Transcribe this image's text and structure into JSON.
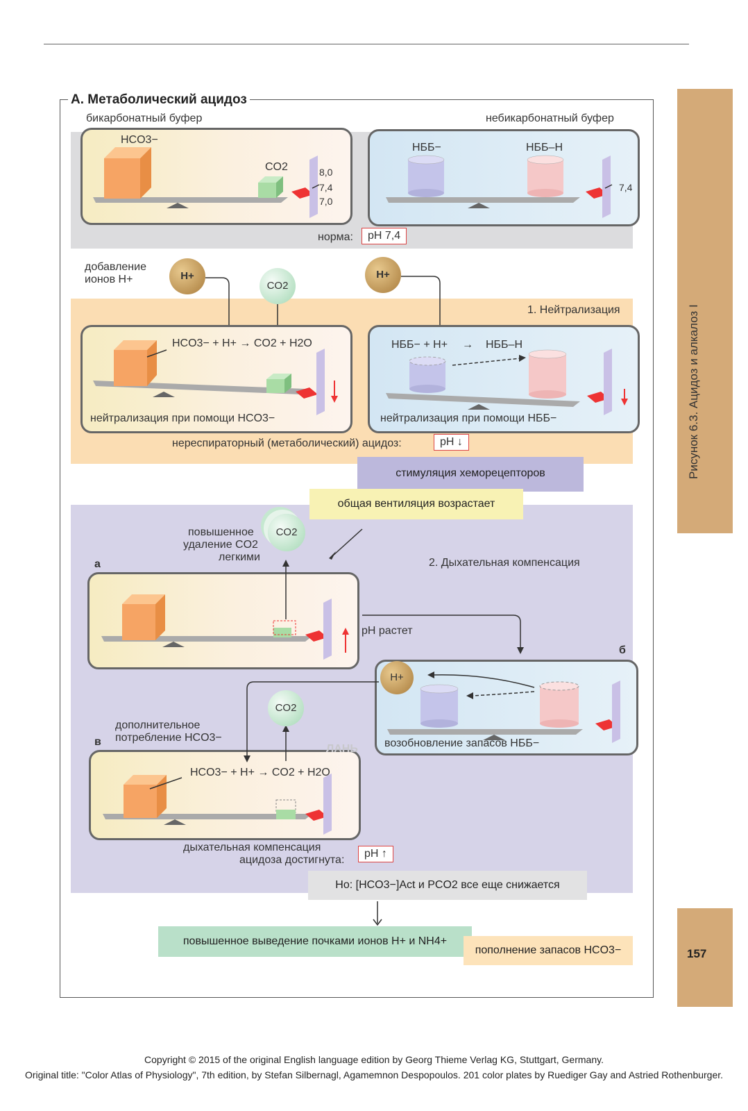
{
  "title": "А. Метаболический ацидоз",
  "top": {
    "bicarb_label": "бикарбонатный буфер",
    "nonbicarb_label": "небикарбонатный буфер",
    "hco3": "HCO3−",
    "co2": "CO2",
    "nbb_minus": "НББ−",
    "nbb_h": "НББ–Н",
    "scale_80": "8,0",
    "scale_74": "7,4",
    "scale_70": "7,0",
    "scale_74_right": "7,4",
    "norm_label": "норма:",
    "norm_value": "pH 7,4"
  },
  "step1": {
    "addition_label_1": "добавление",
    "addition_label_2": "ионов H+",
    "h_ball": "H+",
    "co2_ball": "CO2",
    "header": "1. Нейтрализация",
    "eq_left": "HCO3− + H+ → CO2 + H2O",
    "eq_right_a": "НББ− + H+",
    "eq_right_arrow": "→",
    "eq_right_b": "НББ–Н",
    "caption_left": "нейтрализация при помощи HCO3−",
    "caption_right": "нейтрализация при помощи НББ−",
    "acidosis_label": "нереспираторный (метаболический) ацидоз:",
    "acidosis_value": "pH ↓"
  },
  "flow": {
    "chemo": "стимуляция хеморецепторов",
    "ventilation": "общая вентиляция возрастает"
  },
  "step2": {
    "header": "2. Дыхательная компенсация",
    "co2_removal_1": "повышенное",
    "co2_removal_2": "удаление CO2",
    "co2_removal_3": "легкими",
    "letter_a": "а",
    "letter_b": "б",
    "letter_v": "в",
    "ph_rises": "pH растет",
    "h_ball": "H+",
    "restore_nbb": "возобновление запасов НББ−",
    "extra_hco3_1": "дополнительное",
    "extra_hco3_2": "потребление HCO3−",
    "eq_v": "HCO3− + H+ → CO2 + H2O",
    "compensation_1": "дыхательная компенсация",
    "compensation_2": "ацидоза достигнута:",
    "compensation_value": "pH ↑"
  },
  "bottom": {
    "but": "Но: [HCO3−]Act и PCO2 все еще снижается",
    "kidney": "повышенное выведение почками ионов H+ и NH4+",
    "replenish": "пополнение запасов HCO3−"
  },
  "side": {
    "figure_label": "Рисунок 6.3. Ацидоз и алкалоз I",
    "page_number": "157"
  },
  "watermark": "ЛАНЬ",
  "copyright_1": "Copyright © 2015 of the original English language edition by Georg Thieme Verlag KG, Stuttgart, Germany.",
  "copyright_2": "Original title: \"Color Atlas of Physiology\", 7th edition, by Stefan Silbernagl, Agamemnon Despopoulos. 201 color plates by Ruediger Gay and Astried Rothenburger.",
  "colors": {
    "grey_band": "#dcdcde",
    "orange_band": "#fbddb3",
    "lavender_band": "#d6d3e8",
    "chemo_box": "#bcb8dc",
    "ventilation_box": "#f8f2b4",
    "kidney_box": "#b9e0c9",
    "replenish_box": "#fde3ba",
    "side_tab": "#d4aa78"
  }
}
